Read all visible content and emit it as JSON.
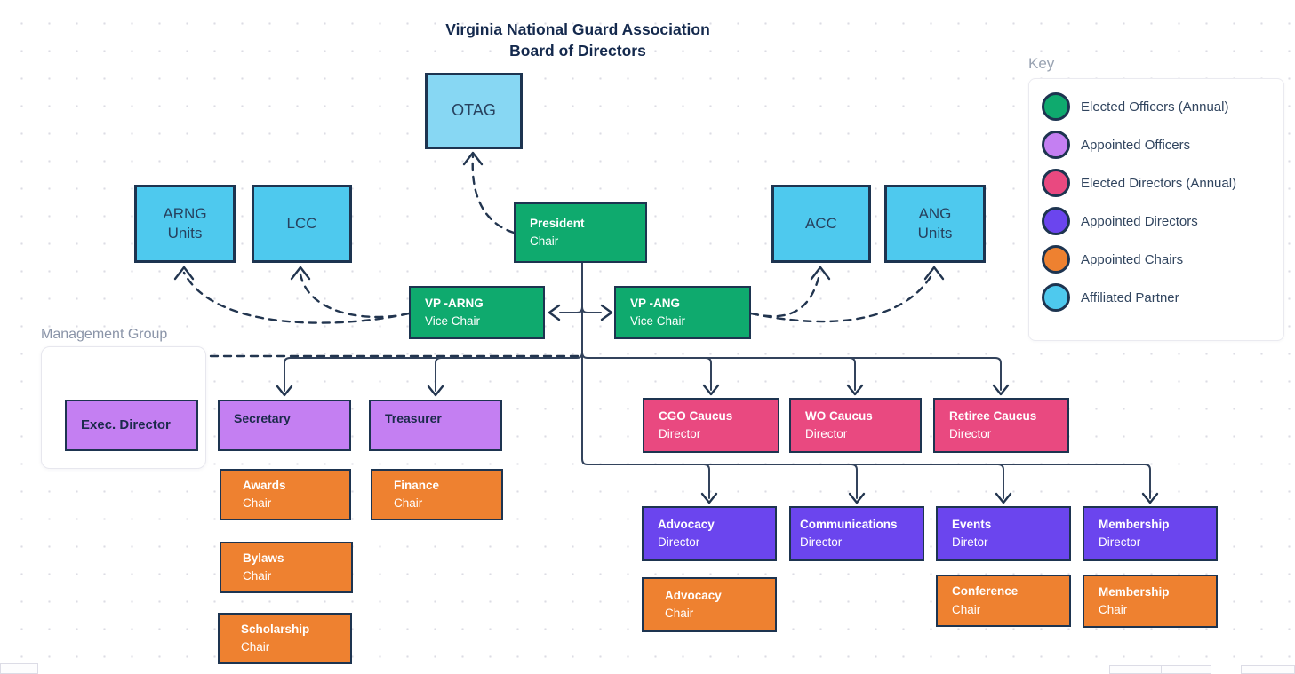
{
  "title": {
    "line1": "Virginia National Guard Association",
    "line2": "Board of Directors"
  },
  "key": {
    "label": "Key",
    "items": [
      {
        "label": "Elected Officers (Annual)"
      },
      {
        "label": "Appointed Officers"
      },
      {
        "label": "Elected Directors (Annual)"
      },
      {
        "label": "Appointed Directors"
      },
      {
        "label": "Appointed Chairs"
      },
      {
        "label": "Affiliated Partner"
      }
    ]
  },
  "management_group_label": "Management Group",
  "colors": {
    "green": "#0faa6e",
    "lilac": "#c47ff2",
    "pink": "#e94980",
    "purple": "#6b45ee",
    "orange": "#ee8130",
    "blue": "#4ec9ee",
    "bluelight": "#87d7f3",
    "navy": "#1d3450",
    "line": "#33435c"
  },
  "nodes": {
    "otag": {
      "title": "OTAG"
    },
    "arng_units": {
      "title": "ARNG\nUnits"
    },
    "lcc": {
      "title": "LCC"
    },
    "acc": {
      "title": "ACC"
    },
    "ang_units": {
      "title": "ANG\nUnits"
    },
    "president": {
      "title": "President",
      "subtitle": "Chair"
    },
    "vp_arng": {
      "title": "VP -ARNG",
      "subtitle": "Vice Chair"
    },
    "vp_ang": {
      "title": "VP -ANG",
      "subtitle": "Vice Chair"
    },
    "exec_director": {
      "title": "Exec. Director"
    },
    "secretary": {
      "title": "Secretary"
    },
    "treasurer": {
      "title": "Treasurer"
    },
    "awards": {
      "title": "Awards",
      "subtitle": "Chair"
    },
    "bylaws": {
      "title": "Bylaws",
      "subtitle": "Chair"
    },
    "scholarship": {
      "title": "Scholarship",
      "subtitle": "Chair"
    },
    "finance": {
      "title": "Finance",
      "subtitle": "Chair"
    },
    "cgo_caucus": {
      "title": "CGO Caucus",
      "subtitle": "Director"
    },
    "wo_caucus": {
      "title": "WO Caucus",
      "subtitle": "Director"
    },
    "retiree_caucus": {
      "title": "Retiree Caucus",
      "subtitle": "Director"
    },
    "advocacy_dir": {
      "title": "Advocacy",
      "subtitle": "Director"
    },
    "communications_dir": {
      "title": "Communications",
      "subtitle": "Director"
    },
    "events_dir": {
      "title": "Events",
      "subtitle": "Diretor"
    },
    "membership_dir": {
      "title": "Membership",
      "subtitle": "Director"
    },
    "advocacy_chair": {
      "title": "Advocacy",
      "subtitle": "Chair"
    },
    "conference_chair": {
      "title": "Conference",
      "subtitle": "Chair"
    },
    "membership_chair": {
      "title": "Membership",
      "subtitle": "Chair"
    }
  }
}
